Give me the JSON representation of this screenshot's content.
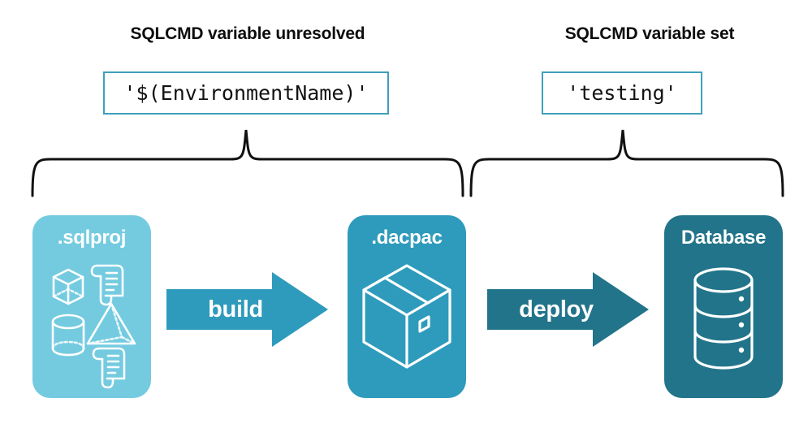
{
  "groups": [
    {
      "title": "SQLCMD variable unresolved",
      "code": "'$(EnvironmentName)'"
    },
    {
      "title": "SQLCMD variable set",
      "code": "'testing'"
    }
  ],
  "stages": [
    {
      "label": ".sqlproj",
      "color": "#74cbe0",
      "icons": [
        "cube-icon",
        "scroll-icon",
        "pyramid-icon",
        "cylinder-icon",
        "scroll-icon"
      ]
    },
    {
      "label": ".dacpac",
      "color": "#2e9bbc",
      "icons": [
        "package-box-icon"
      ]
    },
    {
      "label": "Database",
      "color": "#22748a",
      "icons": [
        "database-cylinder-icon"
      ]
    }
  ],
  "arrows": [
    {
      "label": "build",
      "color": "#2e9bbc"
    },
    {
      "label": "deploy",
      "color": "#22748a"
    }
  ],
  "colors": {
    "code_border": "#3f9fba",
    "text": "#0d0d0d",
    "brace": "#111111",
    "background": "#ffffff"
  }
}
